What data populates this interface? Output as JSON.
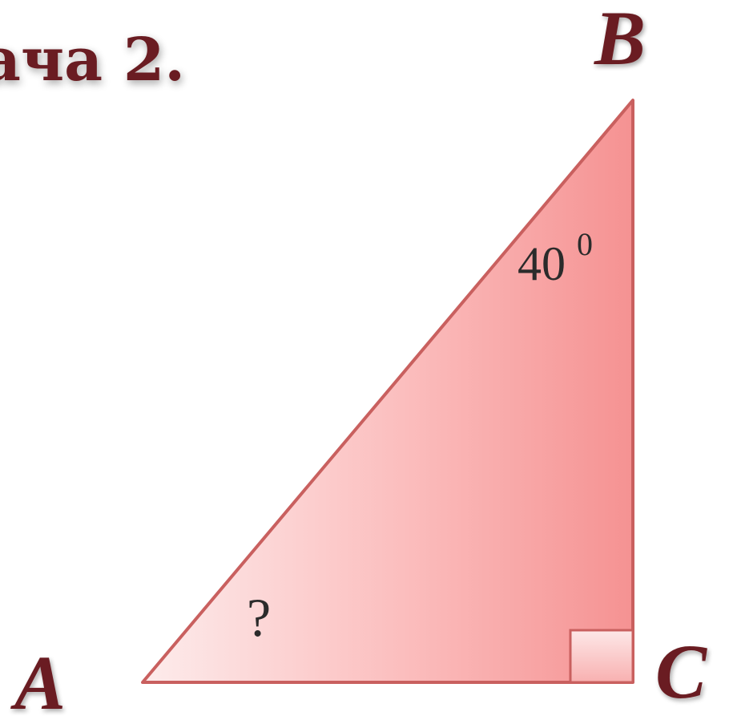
{
  "title": "ача 2.",
  "vertices": {
    "a": "A",
    "b": "B",
    "c": "C"
  },
  "angles": {
    "b_value": "40",
    "b_degree_mark": "0",
    "a_unknown": "?"
  },
  "colors": {
    "triangle_fill_light": "#fde4e4",
    "triangle_fill_dark": "#f79a9a",
    "triangle_stroke": "#c9605f",
    "label_color": "#6b1f22"
  }
}
